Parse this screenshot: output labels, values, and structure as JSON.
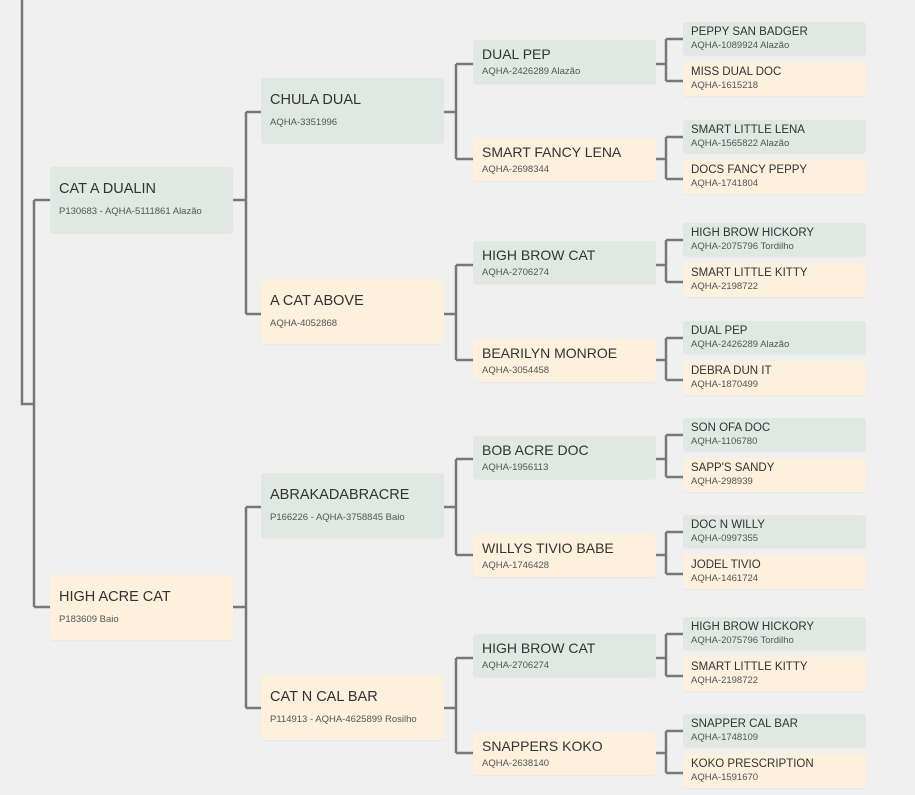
{
  "colors": {
    "sire": "#dfe8e2",
    "dam": "#fdf0dc",
    "line": "#777777",
    "background": "#f0f0f0"
  },
  "pedigree": {
    "sire": {
      "name": "CAT A DUALIN",
      "info": "P130683 - AQHA-5111861 Alazão"
    },
    "dam": {
      "name": "HIGH ACRE CAT",
      "info": "P183609 Baio"
    },
    "sire_sire": {
      "name": "CHULA DUAL",
      "info": "AQHA-3351996"
    },
    "sire_dam": {
      "name": "A CAT ABOVE",
      "info": "AQHA-4052868"
    },
    "dam_sire": {
      "name": "ABRAKADABRACRE",
      "info": "P166226 - AQHA-3758845 Baio"
    },
    "dam_dam": {
      "name": "CAT N CAL BAR",
      "info": "P114913 - AQHA-4625899 Rosilho"
    },
    "gen3": [
      {
        "name": "DUAL PEP",
        "info": "AQHA-2426289 Alazão"
      },
      {
        "name": "SMART FANCY LENA",
        "info": "AQHA-2698344"
      },
      {
        "name": "HIGH BROW CAT",
        "info": "AQHA-2706274"
      },
      {
        "name": "BEARILYN MONROE",
        "info": "AQHA-3054458"
      },
      {
        "name": "BOB ACRE DOC",
        "info": "AQHA-1956113"
      },
      {
        "name": "WILLYS TIVIO BABE",
        "info": "AQHA-1746428"
      },
      {
        "name": "HIGH BROW CAT",
        "info": "AQHA-2706274"
      },
      {
        "name": "SNAPPERS KOKO",
        "info": "AQHA-2638140"
      }
    ],
    "gen4": [
      {
        "name": "PEPPY SAN BADGER",
        "info": "AQHA-1089924 Alazão"
      },
      {
        "name": "MISS DUAL DOC",
        "info": "AQHA-1615218"
      },
      {
        "name": "SMART LITTLE LENA",
        "info": "AQHA-1565822 Alazão"
      },
      {
        "name": "DOCS FANCY PEPPY",
        "info": "AQHA-1741804"
      },
      {
        "name": "HIGH BROW HICKORY",
        "info": "AQHA-2075796 Tordilho"
      },
      {
        "name": "SMART LITTLE KITTY",
        "info": "AQHA-2198722"
      },
      {
        "name": "DUAL PEP",
        "info": "AQHA-2426289 Alazão"
      },
      {
        "name": "DEBRA DUN IT",
        "info": "AQHA-1870499"
      },
      {
        "name": "SON OFA DOC",
        "info": "AQHA-1106780"
      },
      {
        "name": "SAPP'S SANDY",
        "info": "AQHA-298939"
      },
      {
        "name": "DOC N WILLY",
        "info": "AQHA-0997355"
      },
      {
        "name": "JODEL TIVIO",
        "info": "AQHA-1461724"
      },
      {
        "name": "HIGH BROW HICKORY",
        "info": "AQHA-2075796 Tordilho"
      },
      {
        "name": "SMART LITTLE KITTY",
        "info": "AQHA-2198722"
      },
      {
        "name": "SNAPPER CAL BAR",
        "info": "AQHA-1748109"
      },
      {
        "name": "KOKO PRESCRIPTION",
        "info": "AQHA-1591670"
      }
    ]
  }
}
